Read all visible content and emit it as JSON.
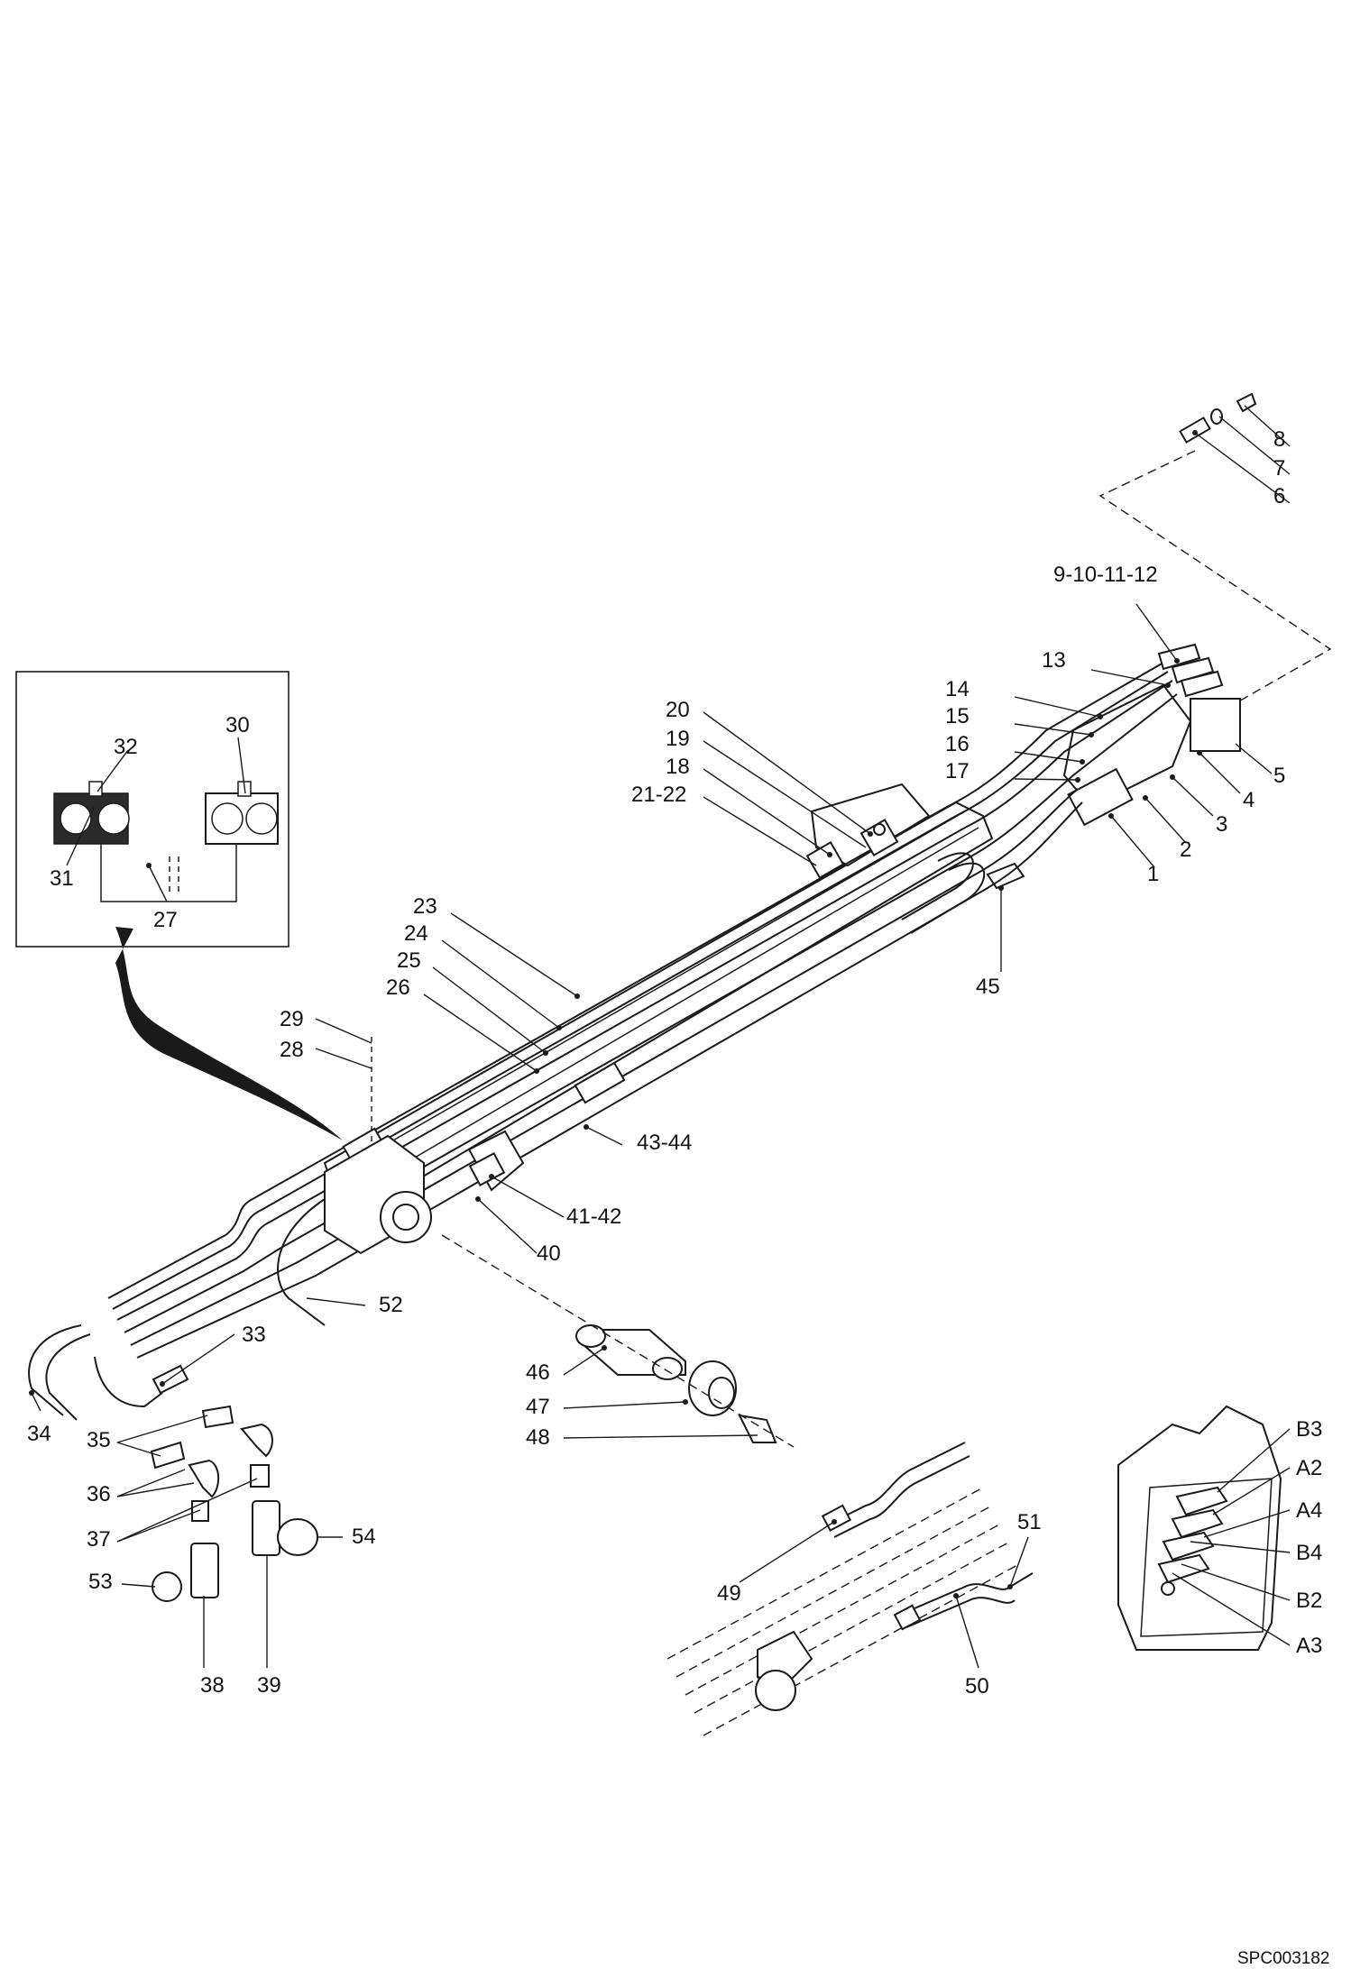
{
  "drawing_reference": "SPC003182",
  "callouts": {
    "c1": "1",
    "c2": "2",
    "c3": "3",
    "c4": "4",
    "c5": "5",
    "c6": "6",
    "c7": "7",
    "c8": "8",
    "c9_12": "9-10-11-12",
    "c13": "13",
    "c14": "14",
    "c15": "15",
    "c16": "16",
    "c17": "17",
    "c18": "18",
    "c19": "19",
    "c20": "20",
    "c21_22": "21-22",
    "c23": "23",
    "c24": "24",
    "c25": "25",
    "c26": "26",
    "c27": "27",
    "c28": "28",
    "c29": "29",
    "c30": "30",
    "c31": "31",
    "c32": "32",
    "c33": "33",
    "c34": "34",
    "c35": "35",
    "c36": "36",
    "c37": "37",
    "c38": "38",
    "c39": "39",
    "c40": "40",
    "c41_42": "41-42",
    "c43_44": "43-44",
    "c45": "45",
    "c46": "46",
    "c47": "47",
    "c48": "48",
    "c49": "49",
    "c50": "50",
    "c51": "51",
    "c52": "52",
    "c53": "53",
    "c54": "54"
  },
  "port_labels": {
    "b3": "B3",
    "a2": "A2",
    "a4": "A4",
    "b4": "B4",
    "b2": "B2",
    "a3": "A3"
  }
}
